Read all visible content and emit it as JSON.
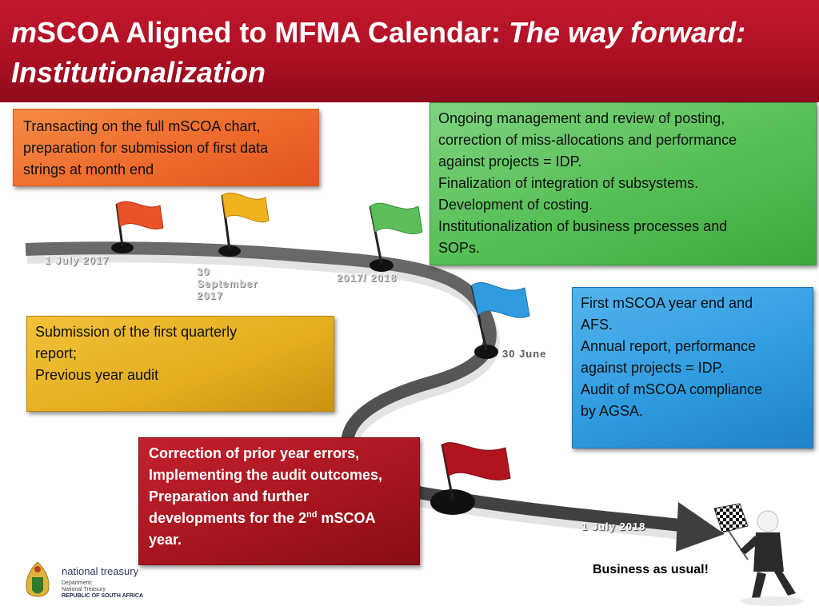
{
  "header": {
    "title_prefix": "m",
    "title_main": "SCOA Aligned to MFMA Calendar: ",
    "title_italic": "The way forward: Institutionalization"
  },
  "boxes": {
    "orange": [
      "Transacting on the full mSCOA chart,",
      "preparation for submission of first data",
      "strings at month end"
    ],
    "green": [
      "Ongoing management and review of posting,",
      "correction of miss-allocations and performance",
      "against projects = IDP.",
      "Finalization of integration of subsystems.",
      "Development of costing.",
      "Institutionalization of business processes and",
      "SOPs."
    ],
    "yellow": [
      "Submission of the first quarterly",
      "report;",
      "Previous year audit"
    ],
    "blue": [
      "First mSCOA year end and",
      "AFS.",
      "Annual report, performance",
      "against projects = IDP.",
      "Audit of mSCOA compliance",
      "by AGSA."
    ],
    "red": {
      "lines": [
        "Correction of prior year errors,",
        "Implementing the audit outcomes,",
        "Preparation and further"
      ],
      "line4_pre": "developments for the 2",
      "line4_sup": "nd",
      "line4_post": " mSCOA",
      "line5": "year."
    }
  },
  "milestones": {
    "jul2017": "1 July 2017",
    "sep2017_l1": "30",
    "sep2017_l2": "September",
    "sep2017_l3": "2017",
    "fy": "2017/ 2018",
    "june": "30 June",
    "jul2018": "1 July 2018"
  },
  "tagline": "Business as usual!",
  "logo": {
    "name": "national treasury",
    "dept1": "Department:",
    "dept2": "National Treasury",
    "country": "REPUBLIC OF SOUTH AFRICA"
  },
  "colors": {
    "header": "#a90f22",
    "orange": "#ee6a2c",
    "yellow": "#e4ac1e",
    "green": "#55bf55",
    "blue": "#2f9ce0",
    "red": "#a5141e",
    "road": "#5a5a5a"
  },
  "icons": [
    "flag-icon",
    "checkered-flag-icon",
    "coat-of-arms-icon",
    "person-figure-icon"
  ]
}
